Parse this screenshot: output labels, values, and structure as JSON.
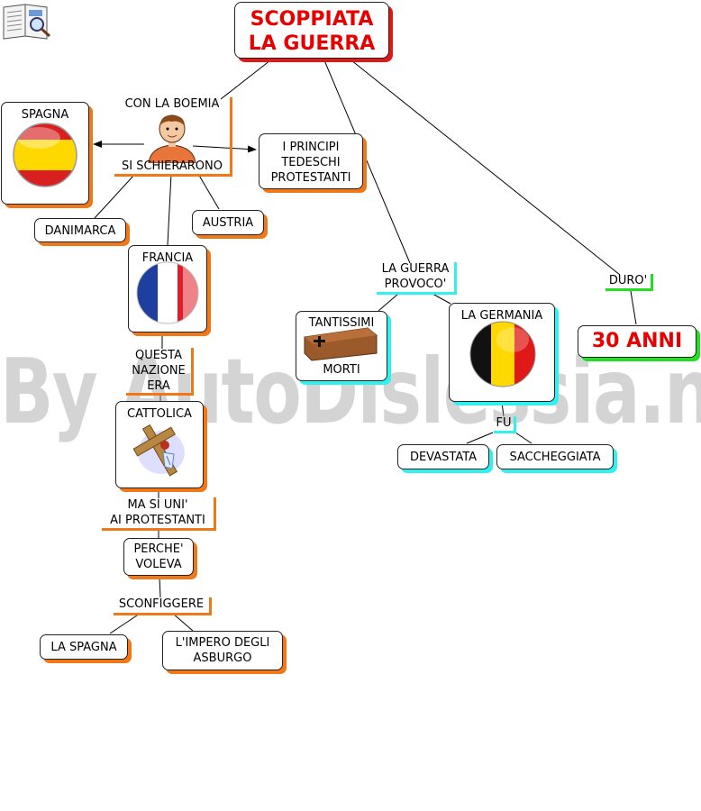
{
  "title": "SCOPPIATA LA GUERRA",
  "title_lines": [
    "SCOPPIATA",
    "LA GUERRA"
  ],
  "watermark": "By AutoDislessia.net",
  "nodes": {
    "con_la_boemia": "CON LA BOEMIA",
    "si_schierarono": "SI SCHIERARONO",
    "spagna": "SPAGNA",
    "principi_lines": [
      "I PRINCIPI",
      "TEDESCHI",
      "PROTESTANTI"
    ],
    "danimarca": "DANIMARCA",
    "austria": "AUSTRIA",
    "francia": "FRANCIA",
    "questa_nazione_era": [
      "QUESTA",
      "NAZIONE",
      "ERA"
    ],
    "cattolica": "CATTOLICA",
    "ma_si_uni": [
      "MA SI UNI'",
      "AI PROTESTANTI"
    ],
    "perche_voleva": [
      "PERCHE'",
      "VOLEVA"
    ],
    "sconfiggere": "SCONFIGGERE",
    "la_spagna": "LA SPAGNA",
    "impero": [
      "L'IMPERO DEGLI",
      "ASBURGO"
    ],
    "la_guerra_provoco": [
      "LA GUERRA",
      "PROVOCO'"
    ],
    "tantissimi": "TANTISSIMI",
    "morti": "MORTI",
    "la_germania": "LA GERMANIA",
    "fu": "FU",
    "devastata": "DEVASTATA",
    "saccheggiata": "SACCHEGGIATA",
    "duro": "DURO'",
    "trenta_anni": "30 ANNI"
  },
  "icons": {
    "logo": "book-magnifier-icon",
    "person": "boy-person-icon",
    "spagna": "spain-flag-icon",
    "francia": "france-flag-icon",
    "cattolica": "crucifix-icon",
    "morti": "coffin-icon",
    "germania": "germany-flag-icon"
  },
  "colors": {
    "title": "#e80000",
    "accent_orange": "#f07818",
    "accent_cyan": "#30f0f0",
    "accent_green": "#20e020",
    "accent_red": "#e01818"
  }
}
